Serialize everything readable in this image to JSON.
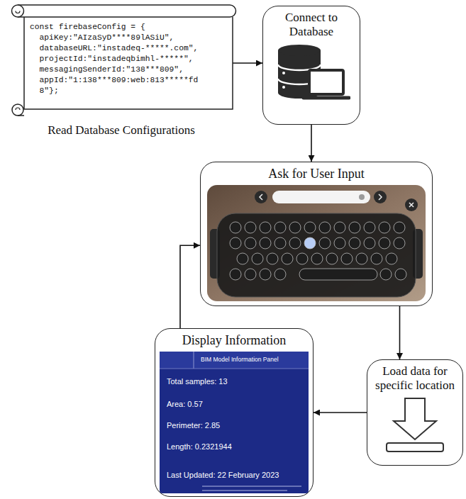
{
  "diagram": {
    "nodes": [
      {
        "text": [
          "const firebaseConfig = {",
          "apiKey:\"AIzaSyD****89lASiU\",",
          "databaseURL:\"instadeq-*****.com\",",
          "projectId:\"instadeqbimhl-*****\",",
          "messagingSenderId:\"138***809\",",
          "appId:\"1:138***809:web:813*****fd8\"};",
          "Read Database Configurations"
        ]
      },
      {
        "text": [
          "Connect to Database"
        ]
      },
      {
        "text": [
          "Ask for User Input"
        ]
      },
      {
        "text": [
          "Load data for specific location"
        ]
      },
      {
        "text": [
          "Display Information"
        ]
      }
    ],
    "edges": [
      {
        "from": 0,
        "to": 1,
        "arrow": "to"
      },
      {
        "from": 1,
        "to": 2,
        "arrow": "to"
      },
      {
        "from": 2,
        "to": 3,
        "arrow": "to"
      },
      {
        "from": 3,
        "to": 4,
        "arrow": "to"
      },
      {
        "from": 4,
        "to": 2,
        "arrow": "to"
      }
    ],
    "labels": [
      "BIM Model Information Panel",
      "Total samples: 13",
      "Area: 0.57",
      "Perimeter: 2.85",
      "Length: 0.2321944",
      "Last Updated: 22 February 2023"
    ]
  }
}
